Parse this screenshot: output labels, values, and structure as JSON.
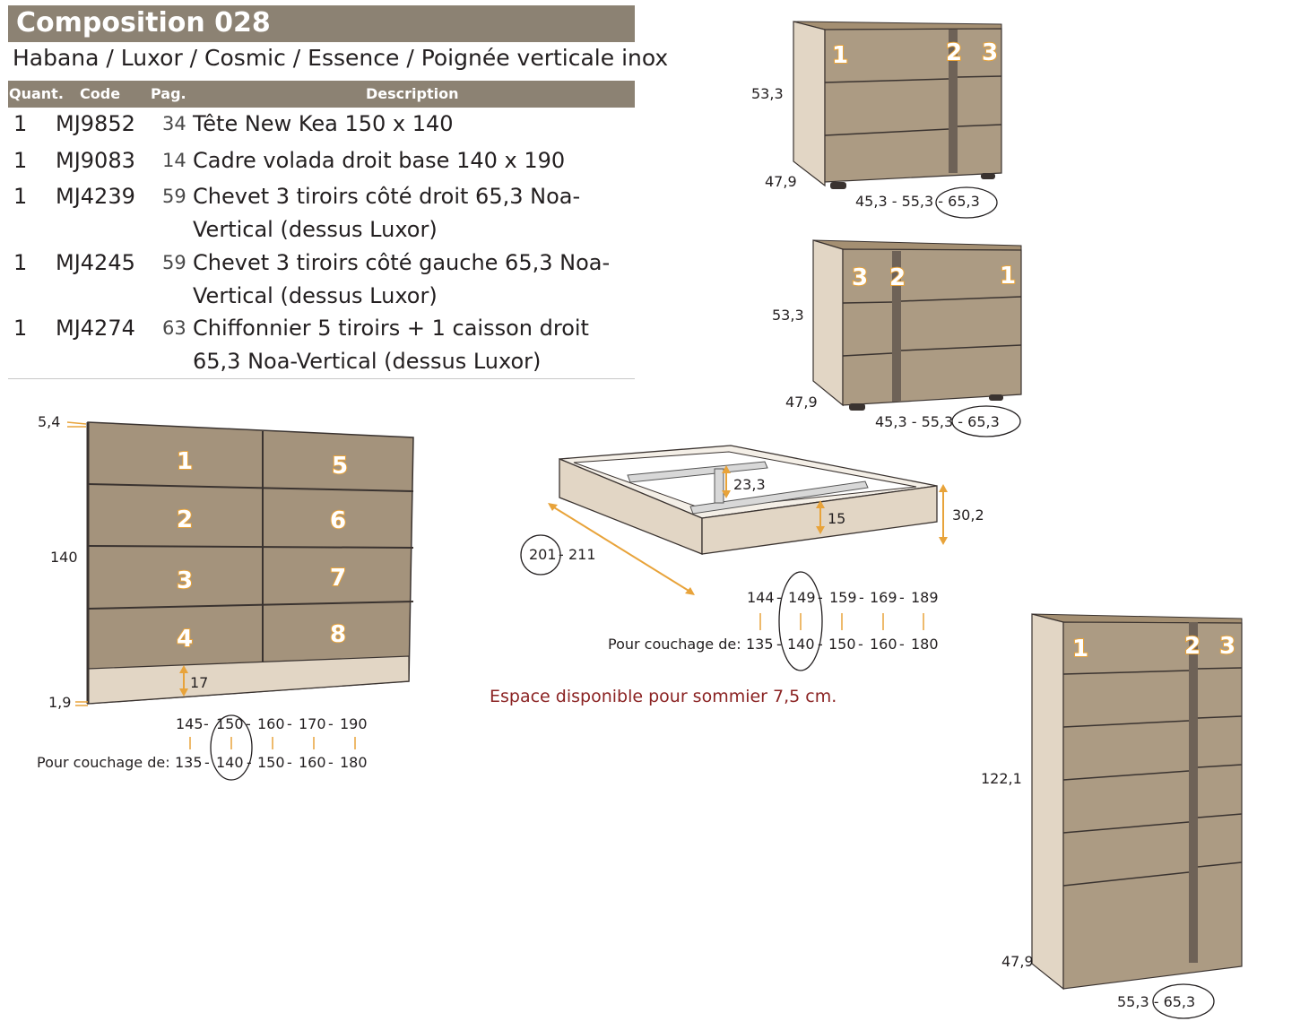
{
  "header": {
    "title": "Composition 028",
    "subtitle": "Habana / Luxor / Cosmic / Essence / Poignée verticale inox"
  },
  "table": {
    "columns": [
      "Quant.",
      "Code",
      "Pag.",
      "Description"
    ],
    "rows": [
      {
        "qty": "1",
        "code": "MJ9852",
        "page": "34",
        "desc": "Tête New Kea 150 x 140"
      },
      {
        "qty": "1",
        "code": "MJ9083",
        "page": "14",
        "desc": "Cadre volada droit base 140 x 190"
      },
      {
        "qty": "1",
        "code": "MJ4239",
        "page": "59",
        "desc": "Chevet 3 tiroirs côté droit 65,3 Noa-Vertical (dessus Luxor)"
      },
      {
        "qty": "1",
        "code": "MJ4245",
        "page": "59",
        "desc": "Chevet 3 tiroirs côté gauche 65,3 Noa-Vertical (dessus Luxor)"
      },
      {
        "qty": "1",
        "code": "MJ4274",
        "page": "63",
        "desc": "Chiffonnier 5 tiroirs + 1 caisson droit 65,3 Noa-Vertical (dessus Luxor)"
      }
    ]
  },
  "headboard": {
    "dim_top": "5,4",
    "dim_height": "140",
    "dim_bottom": "1,9",
    "dim_base": "17",
    "panel_numbers": [
      "1",
      "2",
      "3",
      "4",
      "5",
      "6",
      "7",
      "8"
    ],
    "widths": [
      "145",
      "150",
      "160",
      "170",
      "190"
    ],
    "couchage_label": "Pour couchage de:",
    "couchage": [
      "135",
      "140",
      "150",
      "160",
      "180"
    ]
  },
  "bed_frame": {
    "dim_inner": "23,3",
    "dim_side": "15",
    "dim_height": "30,2",
    "lengths": [
      "201",
      "211"
    ],
    "widths": [
      "144",
      "149",
      "159",
      "169",
      "189"
    ],
    "couchage_label": "Pour couchage de:",
    "couchage": [
      "135",
      "140",
      "150",
      "160",
      "180"
    ]
  },
  "note": "Espace disponible pour sommier 7,5 cm.",
  "chevet_right": {
    "dim_height": "53,3",
    "dim_depth": "47,9",
    "widths": "45,3 - 55,3 - 65,3",
    "numbers": [
      "1",
      "2",
      "3"
    ]
  },
  "chevet_left": {
    "dim_height": "53,3",
    "dim_depth": "47,9",
    "widths": "45,3 - 55,3 - 65,3",
    "numbers": [
      "3",
      "2",
      "1"
    ]
  },
  "chiffonnier": {
    "dim_height": "122,1",
    "dim_depth": "47,9",
    "widths": "55,3 - 65,3",
    "numbers": [
      "1",
      "2",
      "3"
    ]
  },
  "colors": {
    "banner": "#8c8273",
    "wood": "#a79a86",
    "carcass": "#e2d6c5",
    "accent": "#e8a33a",
    "note": "#8b2323"
  }
}
